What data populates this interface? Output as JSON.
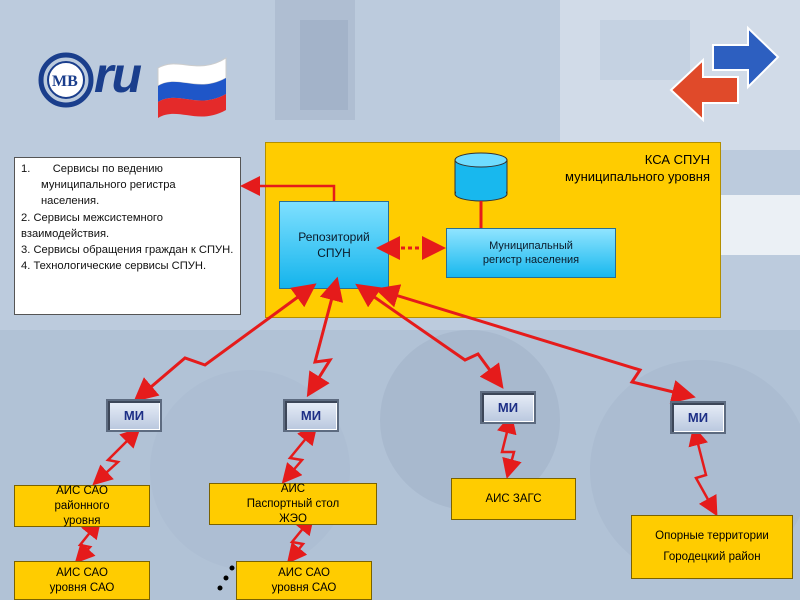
{
  "logo": {
    "text": "ru"
  },
  "kca": {
    "title": "КСА СПУН\nмуниципального уровня"
  },
  "services": {
    "item1": "1.  Сервисы по ведению муниципального регистра населения.",
    "item2": "2. Сервисы межсистемного взаимодействия.",
    "item3": "3. Сервисы обращения граждан к СПУН.",
    "item4": "4. Технологические сервисы СПУН."
  },
  "repository": {
    "label": "Репозиторий\nСПУН"
  },
  "registry": {
    "label": "Муниципальный\nрегистр населения"
  },
  "mi_nodes": [
    {
      "label": "МИ"
    },
    {
      "label": "МИ"
    },
    {
      "label": "МИ"
    },
    {
      "label": "МИ"
    }
  ],
  "systems": {
    "ais_sao_district": "АИС САО\nрайонного\nуровня",
    "ais_passport": "АИС\nПаспортный стол\nЖЭО",
    "ais_zags": "АИС ЗАГС",
    "support": "Опорные территории\nГородецкий район",
    "ais_sao_level_1": "АИС САО\nуровня САО",
    "ais_sao_level_2": "АИС САО\nуровня САО"
  },
  "colors": {
    "panel_yellow": "#ffcc00",
    "link_red": "#e51b1b",
    "cyan_box": "#14b4ec",
    "logo_blue": "#1a3e8c"
  }
}
